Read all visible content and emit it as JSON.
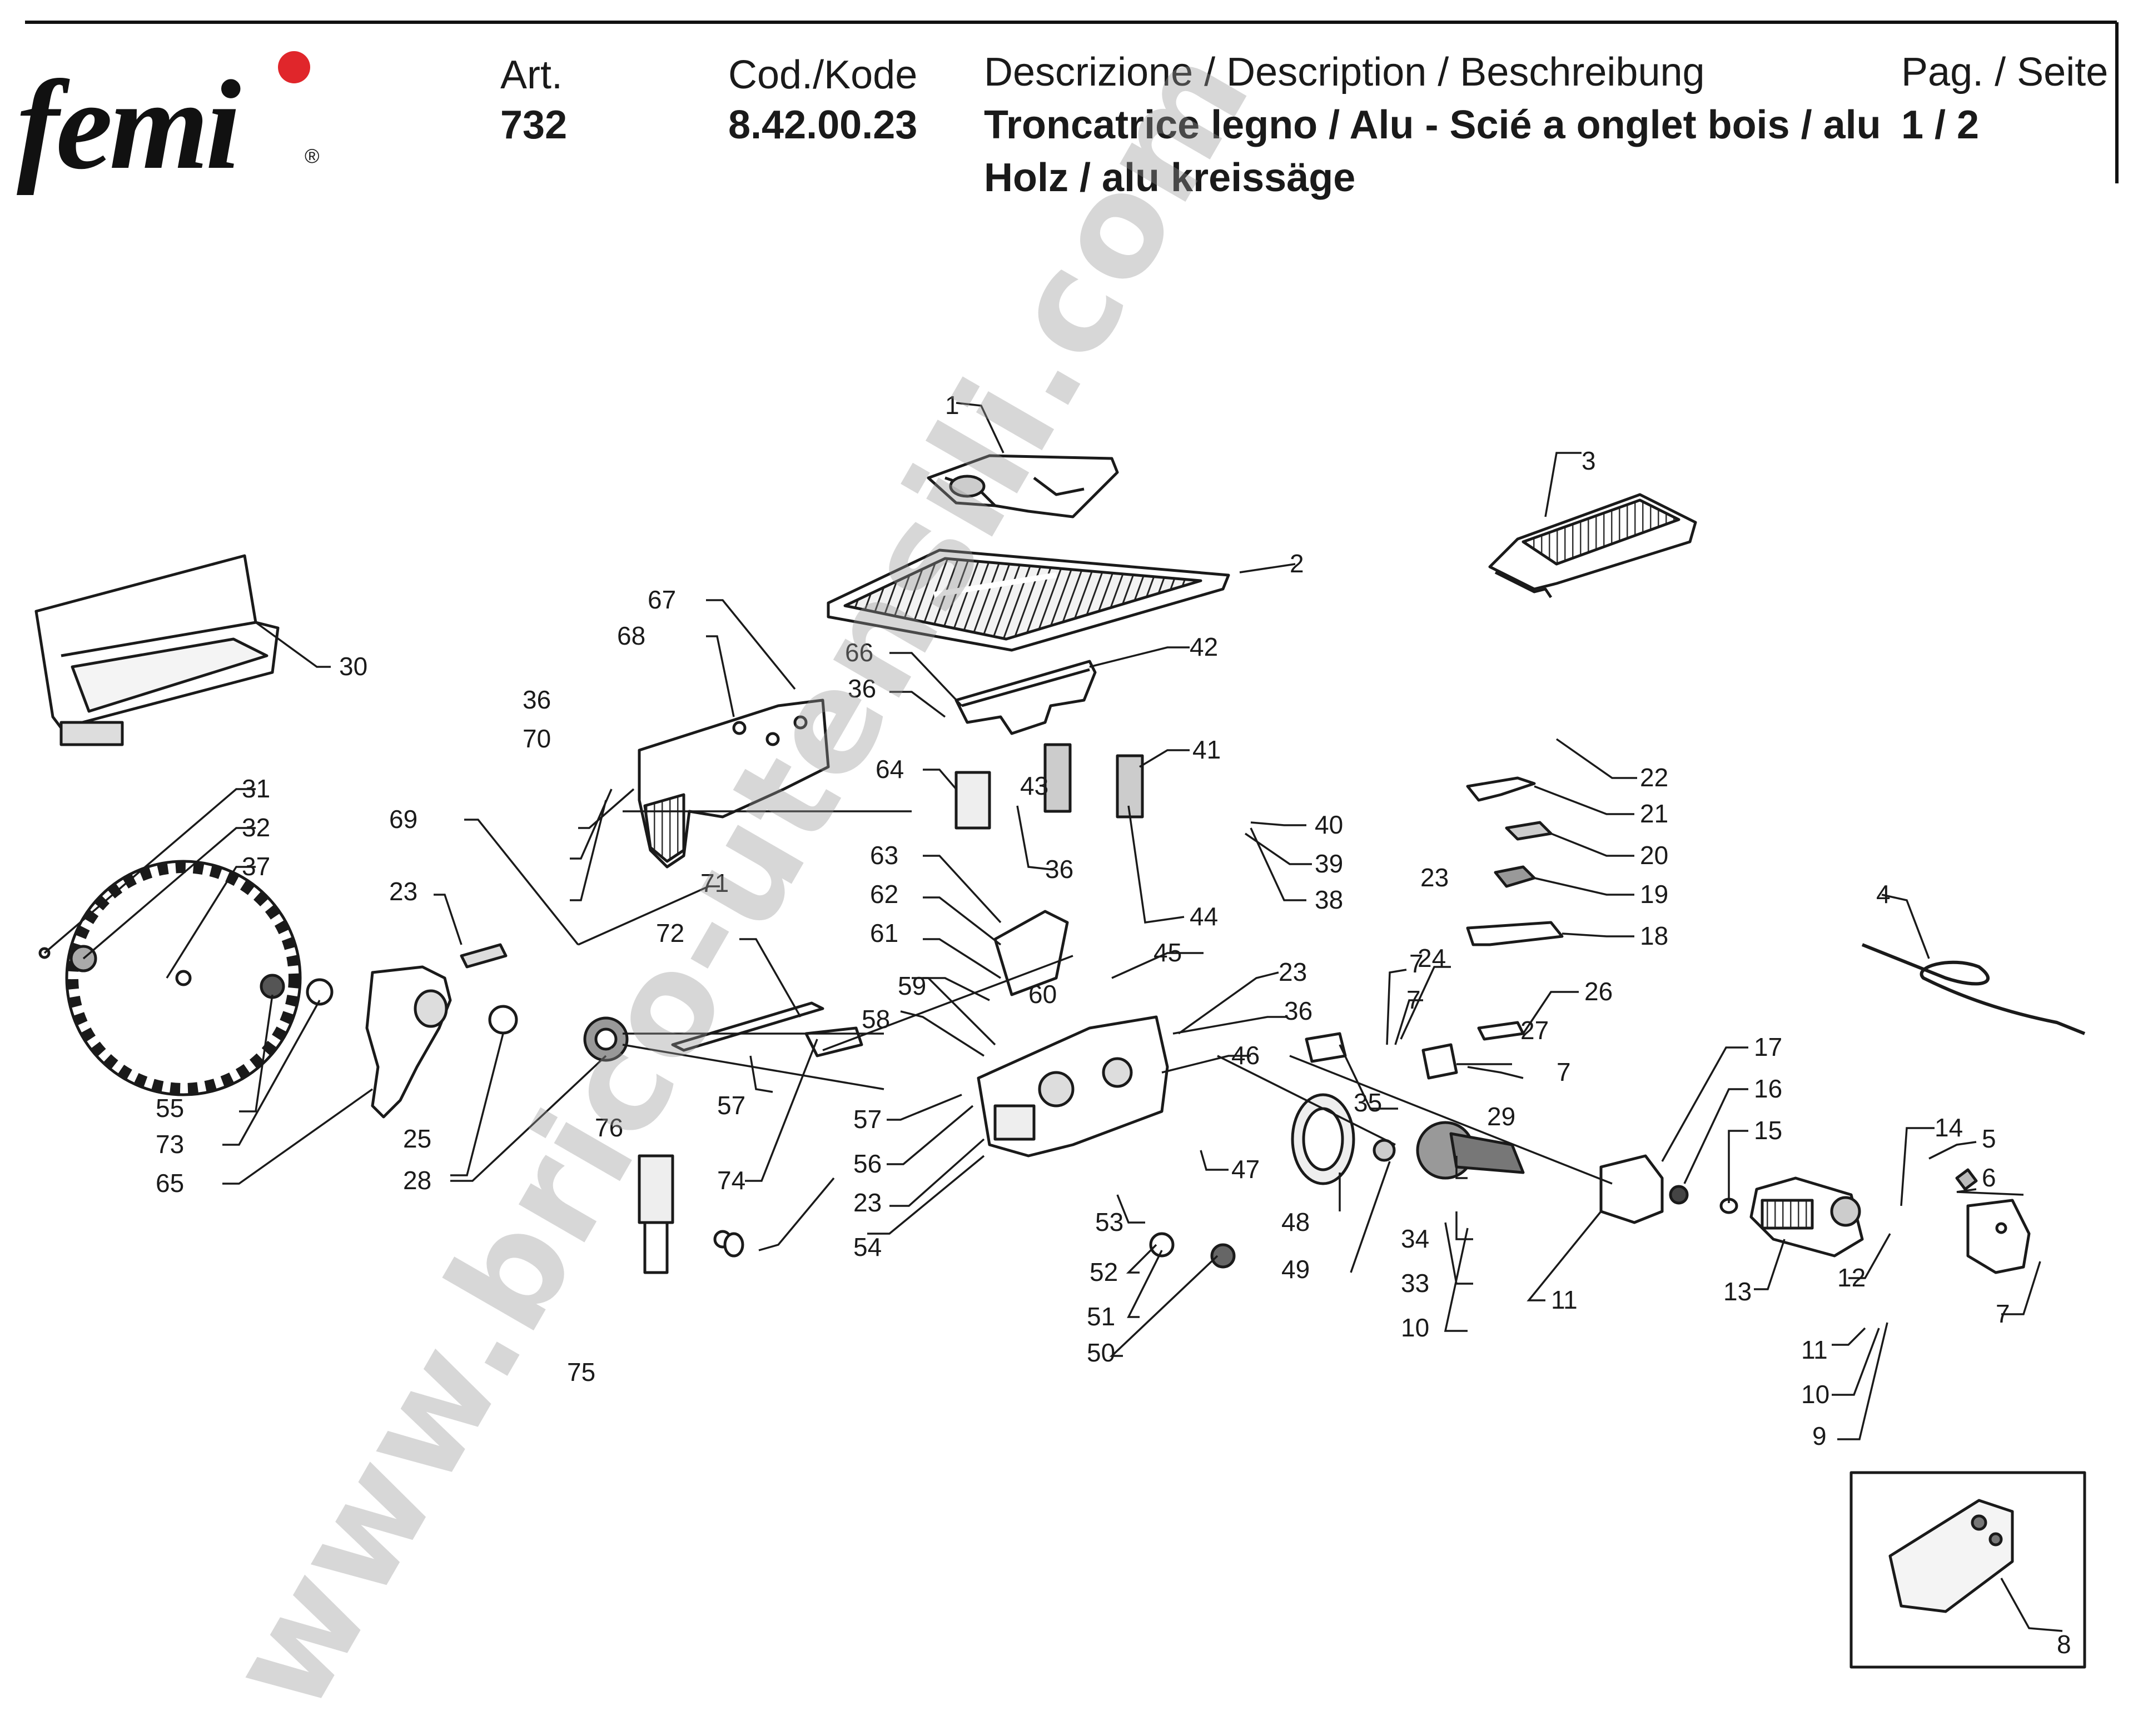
{
  "header": {
    "brand": "femi",
    "registered": "®",
    "art_label": "Art.",
    "art_value": "732",
    "code_label": "Cod./Kode",
    "code_value": "8.42.00.23",
    "description_label": "Descrizione / Description / Beschreibung",
    "description_line1": "Troncatrice legno / Alu - Scié a onglet bois / alu",
    "description_line2": "Holz / alu kreissäge",
    "page_label": "Pag. / Seite",
    "page_value": "1 / 2"
  },
  "watermark": "www.brico-utensili.com",
  "part_numbers": [
    "1",
    "2",
    "3",
    "4",
    "5",
    "6",
    "7",
    "7",
    "7",
    "7",
    "8",
    "9",
    "10",
    "10",
    "11",
    "11",
    "12",
    "13",
    "14",
    "15",
    "16",
    "17",
    "18",
    "19",
    "20",
    "21",
    "22",
    "23",
    "23",
    "23",
    "23",
    "23",
    "24",
    "25",
    "26",
    "27",
    "28",
    "29",
    "30",
    "31",
    "32",
    "33",
    "34",
    "35",
    "36",
    "36",
    "36",
    "36",
    "36",
    "37",
    "38",
    "39",
    "40",
    "41",
    "42",
    "43",
    "44",
    "45",
    "46",
    "47",
    "48",
    "49",
    "50",
    "51",
    "52",
    "53",
    "54",
    "55",
    "56",
    "57",
    "57",
    "58",
    "59",
    "60",
    "61",
    "62",
    "63",
    "64",
    "65",
    "66",
    "67",
    "68",
    "69",
    "70",
    "71",
    "72",
    "73",
    "74",
    "75",
    "76"
  ],
  "colors": {
    "ink": "#1a1a1a",
    "brand_dot": "#e0262b",
    "watermark": "#9a9a9a"
  }
}
